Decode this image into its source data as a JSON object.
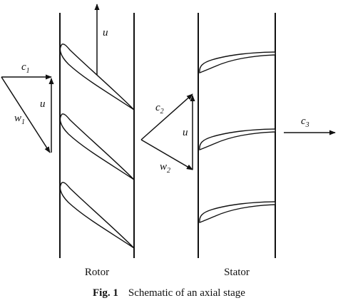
{
  "diagram": {
    "rotor_label": "Rotor",
    "stator_label": "Stator",
    "vectors": {
      "rotor_top_u": {
        "sym": "u",
        "sub": ""
      },
      "c1": {
        "sym": "c",
        "sub": "1"
      },
      "w1": {
        "sym": "w",
        "sub": "1"
      },
      "u1": {
        "sym": "u",
        "sub": ""
      },
      "c2": {
        "sym": "c",
        "sub": "2"
      },
      "u2": {
        "sym": "u",
        "sub": ""
      },
      "w2": {
        "sym": "w",
        "sub": "2"
      },
      "c3": {
        "sym": "c",
        "sub": "3"
      }
    },
    "caption": {
      "figure": "Fig. 1",
      "text": "Schematic of an axial stage"
    },
    "colors": {
      "ink": "#111111",
      "background": "#ffffff"
    }
  }
}
